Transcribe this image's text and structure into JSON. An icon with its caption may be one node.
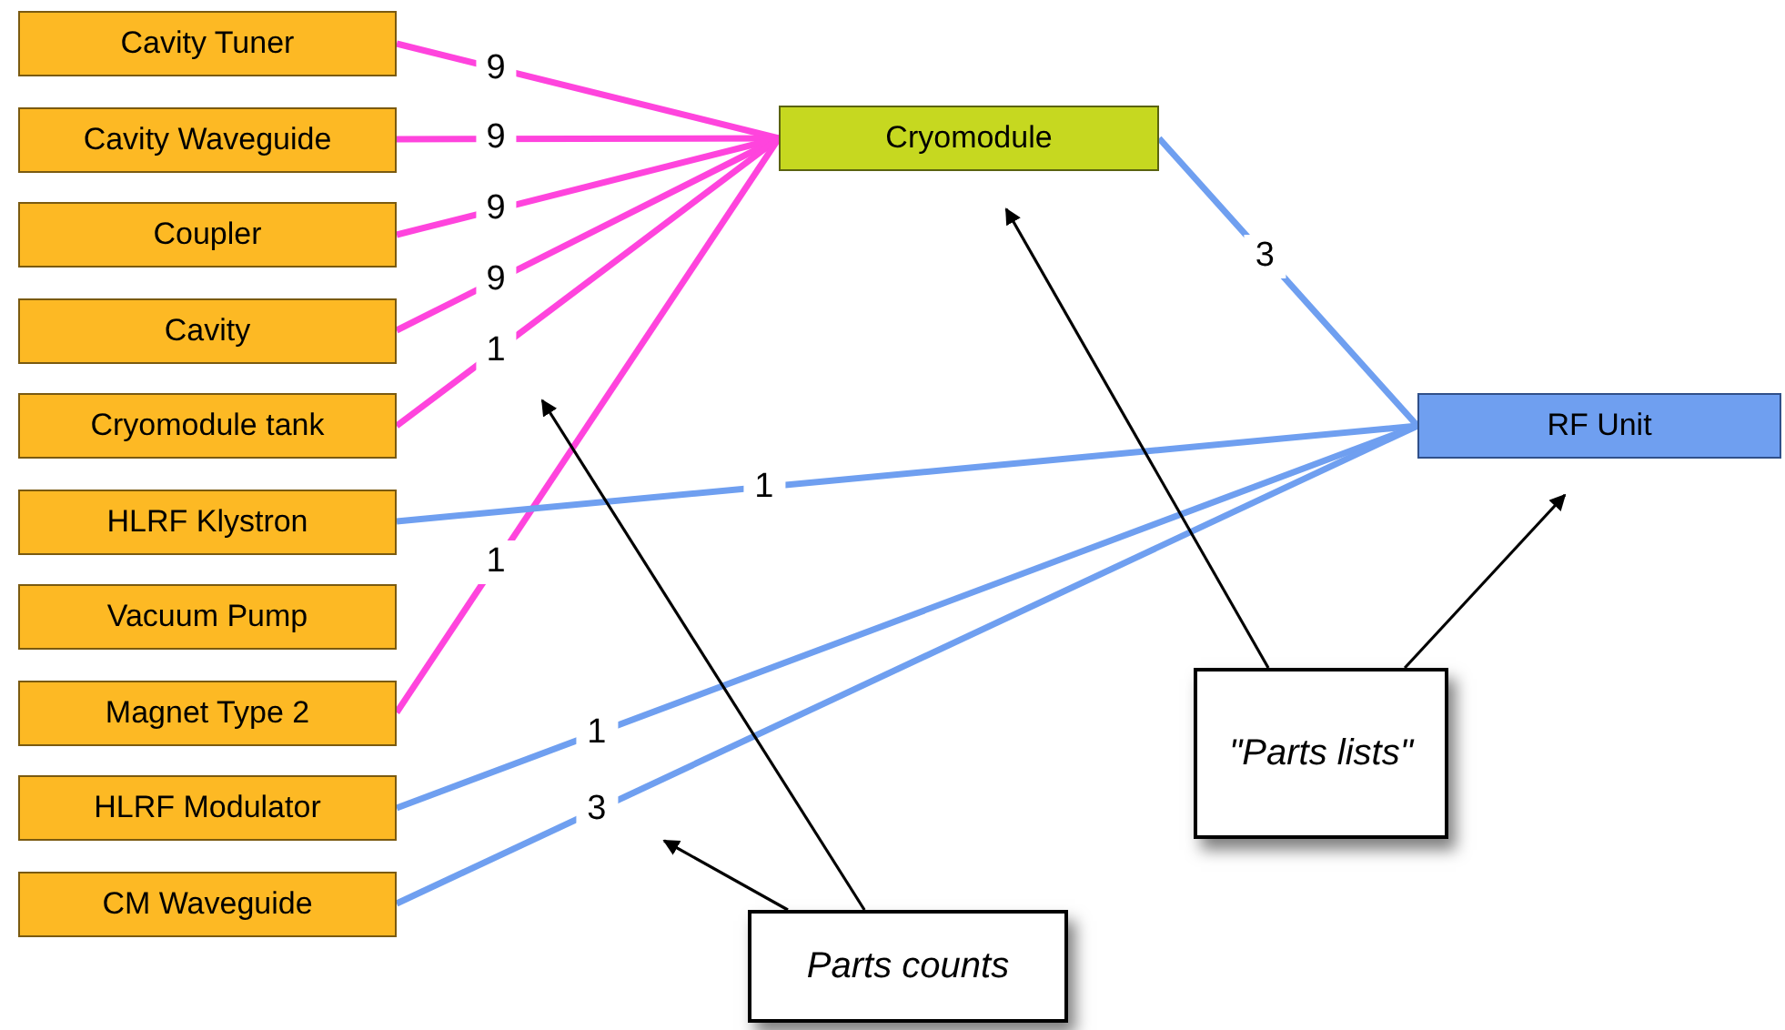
{
  "diagram": {
    "nodes": [
      {
        "text": [
          "Cavity Tuner"
        ]
      },
      {
        "text": [
          "Cavity Waveguide"
        ]
      },
      {
        "text": [
          "Coupler"
        ]
      },
      {
        "text": [
          "Cavity"
        ]
      },
      {
        "text": [
          "Cryomodule tank"
        ]
      },
      {
        "text": [
          "HLRF Klystron"
        ]
      },
      {
        "text": [
          "Vacuum Pump"
        ]
      },
      {
        "text": [
          "Magnet Type 2"
        ]
      },
      {
        "text": [
          "HLRF Modulator"
        ]
      },
      {
        "text": [
          "CM Waveguide"
        ]
      },
      {
        "text": [
          "Cryomodule"
        ]
      },
      {
        "text": [
          "RF Unit"
        ]
      },
      {
        "text": [
          "\"Parts lists\""
        ]
      },
      {
        "text": [
          "Parts counts"
        ]
      }
    ],
    "edges": [
      {
        "from": 0,
        "to": 10,
        "arrow": "none",
        "label": "9",
        "color": "#ff44dd"
      },
      {
        "from": 1,
        "to": 10,
        "arrow": "none",
        "label": "9",
        "color": "#ff44dd"
      },
      {
        "from": 2,
        "to": 10,
        "arrow": "none",
        "label": "9",
        "color": "#ff44dd"
      },
      {
        "from": 3,
        "to": 10,
        "arrow": "none",
        "label": "9",
        "color": "#ff44dd"
      },
      {
        "from": 4,
        "to": 10,
        "arrow": "none",
        "label": "1",
        "color": "#ff44dd"
      },
      {
        "from": 7,
        "to": 10,
        "arrow": "none",
        "label": "1",
        "color": "#ff44dd"
      },
      {
        "from": 10,
        "to": 11,
        "arrow": "none",
        "label": "3",
        "color": "#6f9ff0"
      },
      {
        "from": 5,
        "to": 11,
        "arrow": "none",
        "label": "1",
        "color": "#6f9ff0"
      },
      {
        "from": 8,
        "to": 11,
        "arrow": "none",
        "label": "1",
        "color": "#6f9ff0"
      },
      {
        "from": 9,
        "to": 11,
        "arrow": "none",
        "label": "3",
        "color": "#6f9ff0"
      },
      {
        "from": 13,
        "to": null,
        "arrow": "to",
        "color": "#000000"
      },
      {
        "from": 13,
        "to": null,
        "arrow": "to",
        "color": "#000000"
      },
      {
        "from": 12,
        "to": 10,
        "arrow": "to",
        "color": "#000000"
      },
      {
        "from": 12,
        "to": 11,
        "arrow": "to",
        "color": "#000000"
      }
    ]
  }
}
